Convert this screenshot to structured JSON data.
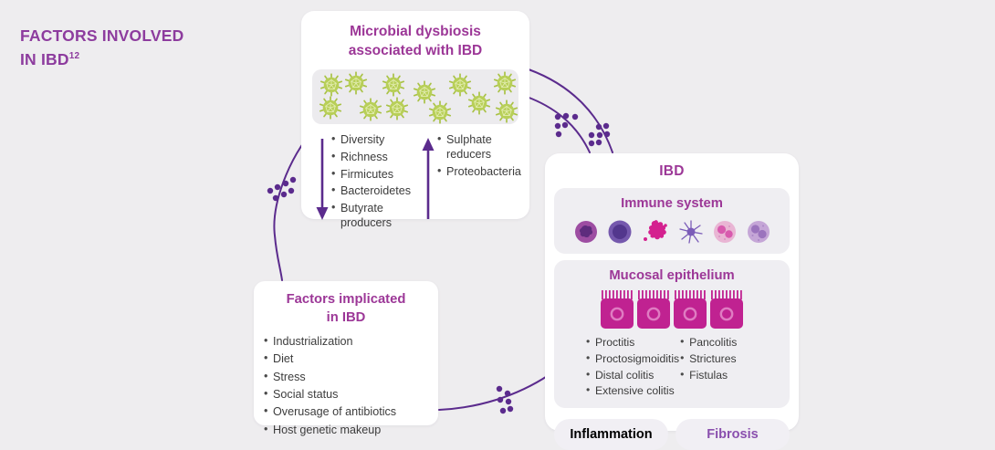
{
  "header": {
    "title_line1": "FACTORS INVOLVED",
    "title_line2": "IN IBD",
    "title_sup": "12"
  },
  "colors": {
    "background": "#eeedef",
    "card": "#ffffff",
    "connector_purple": "#5b2b8d",
    "title_magenta": "#9c3797",
    "inflammation_text": "#a53b97",
    "fibrosis_text": "#8a4fae",
    "microbe_green": "#b8cf58",
    "epithelium_magenta": "#c02291",
    "body_text": "#3c3c3c"
  },
  "microbial_card": {
    "title_line1": "Microbial dysbiosis",
    "title_line2": "associated with IBD",
    "microbe_count": 12,
    "decreased_arrow": "down",
    "decreased_items": [
      "Diversity",
      "Richness",
      "Firmicutes",
      "Bacteroidetes",
      "Butyrate producers"
    ],
    "increased_arrow": "up",
    "increased_items": [
      "Sulphate reducers",
      "Proteobacteria"
    ]
  },
  "ibd_card": {
    "title": "IBD",
    "immune_system": {
      "title": "Immune system",
      "cell_icons": [
        "neutrophil-cell-icon",
        "lymphocyte-cell-icon",
        "macrophage-cell-icon",
        "dendritic-cell-icon",
        "eosinophil-cell-icon",
        "monocyte-cell-icon"
      ]
    },
    "mucosal_epithelium": {
      "title": "Mucosal epithelium",
      "epithelium_cell_count": 4,
      "items_col1": [
        "Proctitis",
        "Proctosigmoiditis",
        "Distal colitis",
        "Extensive colitis"
      ],
      "items_col2": [
        "Pancolitis",
        "Strictures",
        "Fistulas"
      ]
    },
    "badges": [
      "Inflammation",
      "Fibrosis"
    ]
  },
  "factors_card": {
    "title_line1": "Factors implicated",
    "title_line2": "in IBD",
    "items": [
      "Industrialization",
      "Diet",
      "Stress",
      "Social status",
      "Overusage of antibiotics",
      "Host genetic makeup"
    ]
  }
}
